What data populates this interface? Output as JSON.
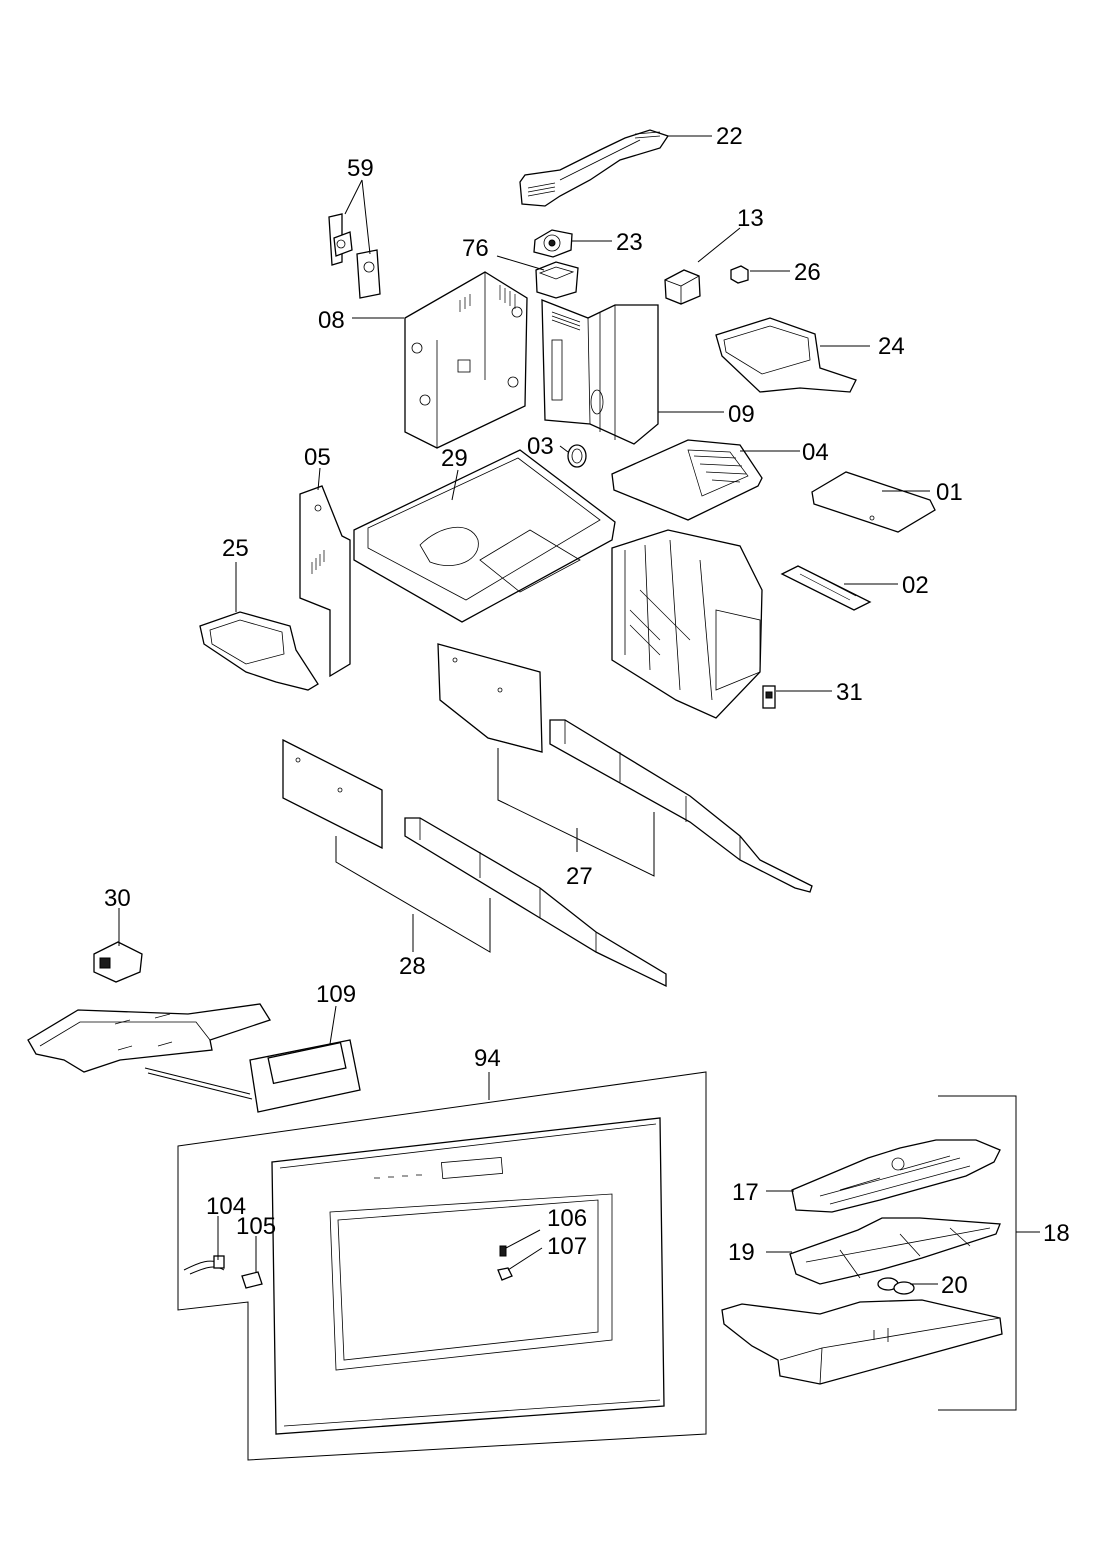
{
  "diagram": {
    "line_color": "#000000",
    "background": "#ffffff",
    "callouts": [
      {
        "id": "22",
        "label": "22"
      },
      {
        "id": "59",
        "label": "59"
      },
      {
        "id": "76",
        "label": "76"
      },
      {
        "id": "23",
        "label": "23"
      },
      {
        "id": "13",
        "label": "13"
      },
      {
        "id": "26",
        "label": "26"
      },
      {
        "id": "08",
        "label": "08"
      },
      {
        "id": "24",
        "label": "24"
      },
      {
        "id": "09",
        "label": "09"
      },
      {
        "id": "03",
        "label": "03"
      },
      {
        "id": "04",
        "label": "04"
      },
      {
        "id": "05",
        "label": "05"
      },
      {
        "id": "29",
        "label": "29"
      },
      {
        "id": "01",
        "label": "01"
      },
      {
        "id": "25",
        "label": "25"
      },
      {
        "id": "02",
        "label": "02"
      },
      {
        "id": "31",
        "label": "31"
      },
      {
        "id": "27",
        "label": "27"
      },
      {
        "id": "30",
        "label": "30"
      },
      {
        "id": "28",
        "label": "28"
      },
      {
        "id": "109",
        "label": "109"
      },
      {
        "id": "94",
        "label": "94"
      },
      {
        "id": "104",
        "label": "104"
      },
      {
        "id": "105",
        "label": "105"
      },
      {
        "id": "106",
        "label": "106"
      },
      {
        "id": "107",
        "label": "107"
      },
      {
        "id": "17",
        "label": "17"
      },
      {
        "id": "18",
        "label": "18"
      },
      {
        "id": "19",
        "label": "19"
      },
      {
        "id": "20",
        "label": "20"
      }
    ]
  }
}
